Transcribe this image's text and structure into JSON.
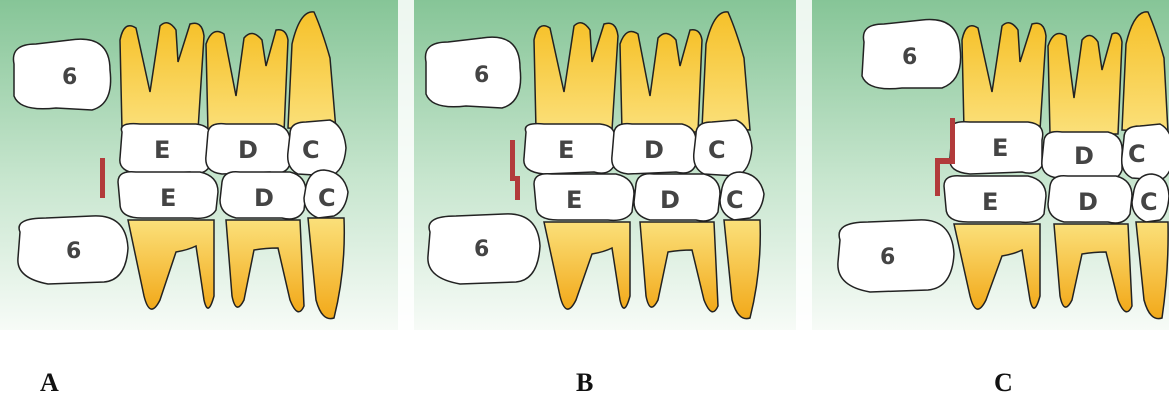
{
  "panels": [
    {
      "label": "A",
      "molar_upper": "6",
      "molar_lower": "6",
      "upper": [
        "E",
        "D",
        "C"
      ],
      "lower": [
        "E",
        "D",
        "C"
      ]
    },
    {
      "label": "B",
      "molar_upper": "6",
      "molar_lower": "6",
      "upper": [
        "E",
        "D",
        "C"
      ],
      "lower": [
        "E",
        "D",
        "C"
      ]
    },
    {
      "label": "C",
      "molar_upper": "6",
      "molar_lower": "6",
      "upper": [
        "E",
        "D",
        "C"
      ],
      "lower": [
        "E",
        "D",
        "C"
      ]
    }
  ],
  "colors": {
    "tooth_root": "#f2b61e",
    "crown": "#ffffff",
    "outline": "#1a1a1a",
    "plane_line": "#b23b3b",
    "bg_top": "#8cc99c",
    "bg_bottom": "#ffffff"
  }
}
